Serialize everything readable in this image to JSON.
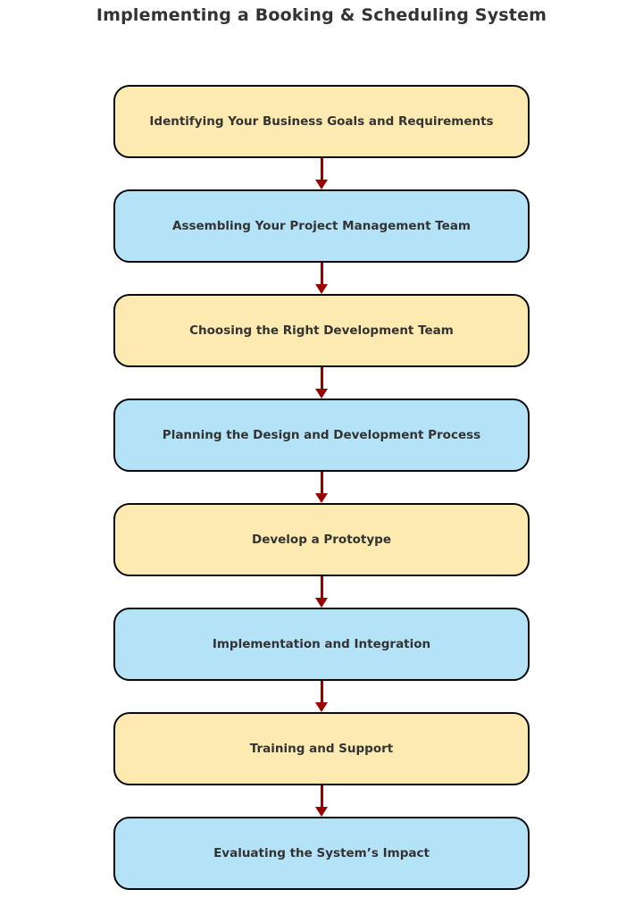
{
  "diagram": {
    "title": "Implementing a Booking & Scheduling System",
    "type": "flowchart",
    "direction": "top-down",
    "colors": {
      "background": "#FFFFFF",
      "node_fill_yellow": "#FDEAB0",
      "node_fill_blue": "#B4E3F7",
      "node_border": "#0A0A0A",
      "text": "#333333",
      "connector": "#990000"
    },
    "steps": [
      {
        "label": "Identifying Your Business Goals and Requirements",
        "fill": "yellow"
      },
      {
        "label": "Assembling Your Project Management Team",
        "fill": "blue"
      },
      {
        "label": "Choosing the Right Development Team",
        "fill": "yellow"
      },
      {
        "label": "Planning the Design and Development Process",
        "fill": "blue"
      },
      {
        "label": "Develop a Prototype",
        "fill": "yellow"
      },
      {
        "label": "Implementation and Integration",
        "fill": "blue"
      },
      {
        "label": "Training and Support",
        "fill": "yellow"
      },
      {
        "label": "Evaluating the System’s Impact",
        "fill": "blue"
      }
    ]
  }
}
